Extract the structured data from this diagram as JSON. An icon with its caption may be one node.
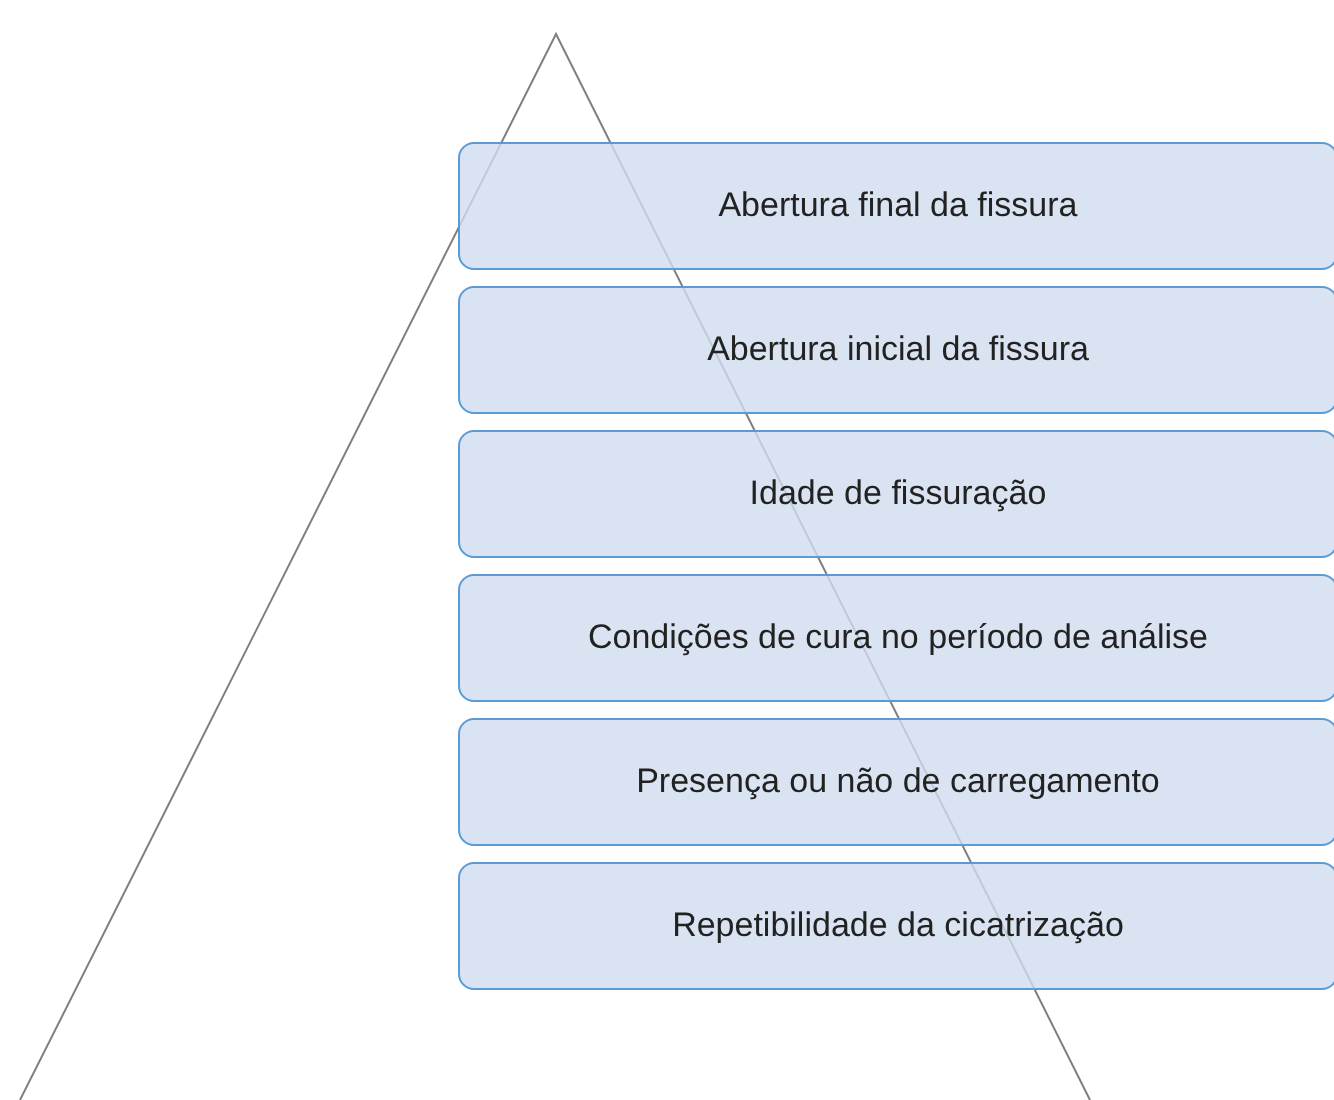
{
  "diagram": {
    "nodes": [
      {
        "text": [
          "Abertura final da fissura"
        ]
      },
      {
        "text": [
          "Abertura inicial da fissura"
        ]
      },
      {
        "text": [
          "Idade de fissuração"
        ]
      },
      {
        "text": [
          "Condições de cura no período de análise"
        ]
      },
      {
        "text": [
          "Presença ou não de carregamento"
        ]
      },
      {
        "text": [
          "Repetibilidade da cicatrização"
        ]
      }
    ]
  }
}
